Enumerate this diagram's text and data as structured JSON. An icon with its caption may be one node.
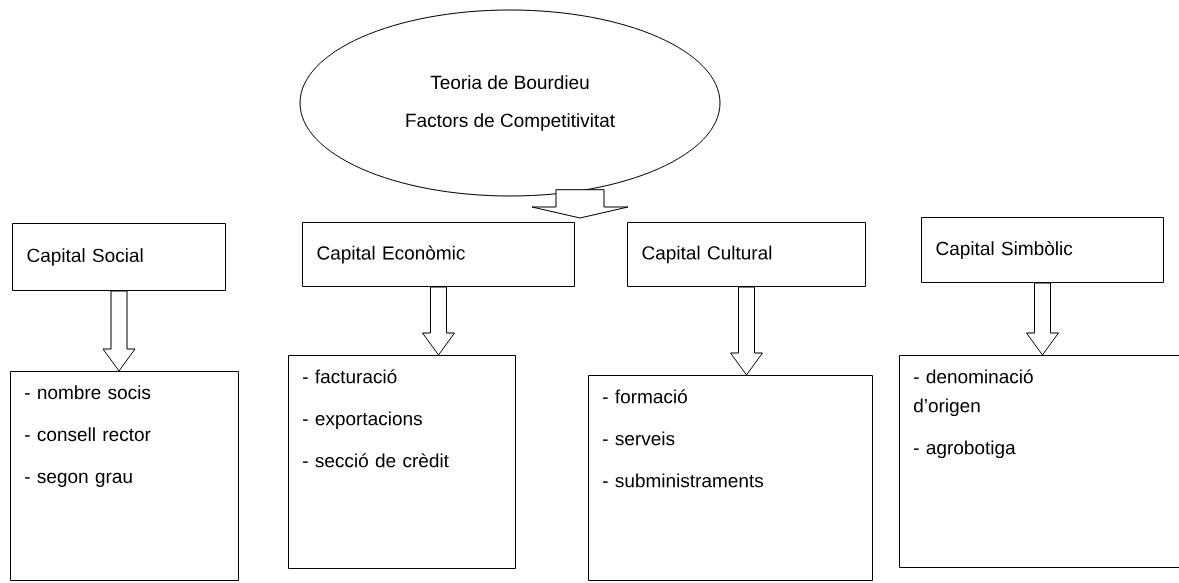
{
  "diagram": {
    "nodes": [
      {
        "text": [
          "Teoria de Bourdieu",
          "Factors de Competitivitat"
        ]
      },
      {
        "text": [
          "Capital Social"
        ]
      },
      {
        "text": [
          "Capital Econòmic"
        ]
      },
      {
        "text": [
          "Capital Cultural"
        ]
      },
      {
        "text": [
          "Capital Simbòlic"
        ]
      },
      {
        "text": [
          "- nombre socis",
          "- consell rector",
          "- segon grau"
        ]
      },
      {
        "text": [
          "- facturació",
          "- exportacions",
          "- secció de crèdit"
        ]
      },
      {
        "text": [
          "- formació",
          "- serveis",
          "- subministraments"
        ]
      },
      {
        "text": [
          "- denominació d’origen",
          "- agrobotiga"
        ]
      }
    ],
    "edges": [
      {
        "from": 0,
        "to": null,
        "arrow": "to"
      },
      {
        "from": 1,
        "to": 5,
        "arrow": "to"
      },
      {
        "from": 2,
        "to": 6,
        "arrow": "to"
      },
      {
        "from": 3,
        "to": 7,
        "arrow": "to"
      },
      {
        "from": 4,
        "to": 8,
        "arrow": "to"
      }
    ]
  }
}
